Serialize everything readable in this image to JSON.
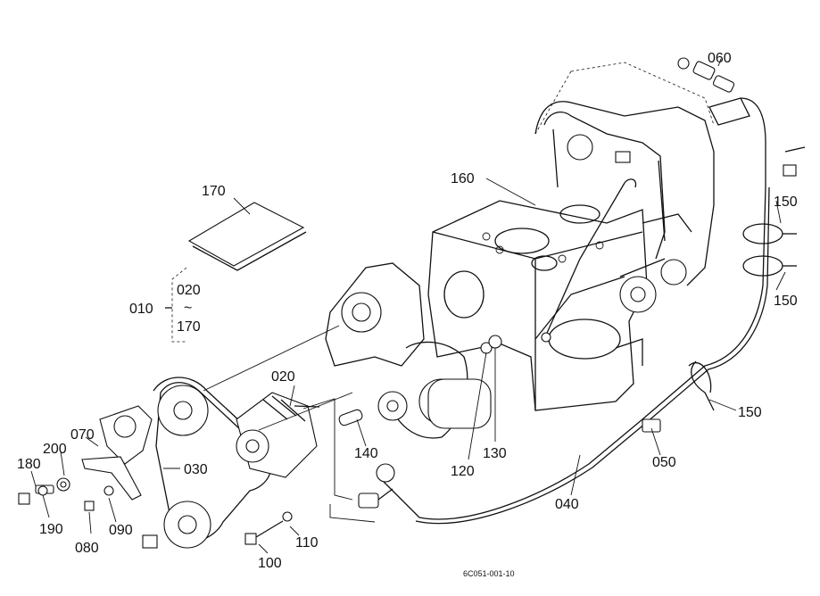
{
  "document_code": "6C051-001-10",
  "bracket": {
    "top": "020",
    "tilde": "~",
    "bottom": "170"
  },
  "labels": [
    {
      "id": "010",
      "text": "010"
    },
    {
      "id": "020",
      "text": "020"
    },
    {
      "id": "030",
      "text": "030"
    },
    {
      "id": "040",
      "text": "040"
    },
    {
      "id": "050",
      "text": "050"
    },
    {
      "id": "060",
      "text": "060"
    },
    {
      "id": "070",
      "text": "070"
    },
    {
      "id": "080",
      "text": "080"
    },
    {
      "id": "090",
      "text": "090"
    },
    {
      "id": "100",
      "text": "100"
    },
    {
      "id": "110",
      "text": "110"
    },
    {
      "id": "120",
      "text": "120"
    },
    {
      "id": "130",
      "text": "130"
    },
    {
      "id": "140",
      "text": "140"
    },
    {
      "id": "150a",
      "text": "150"
    },
    {
      "id": "150b",
      "text": "150"
    },
    {
      "id": "150c",
      "text": "150"
    },
    {
      "id": "160",
      "text": "160"
    },
    {
      "id": "170",
      "text": "170"
    },
    {
      "id": "180",
      "text": "180"
    },
    {
      "id": "190",
      "text": "190"
    },
    {
      "id": "200",
      "text": "200"
    }
  ]
}
